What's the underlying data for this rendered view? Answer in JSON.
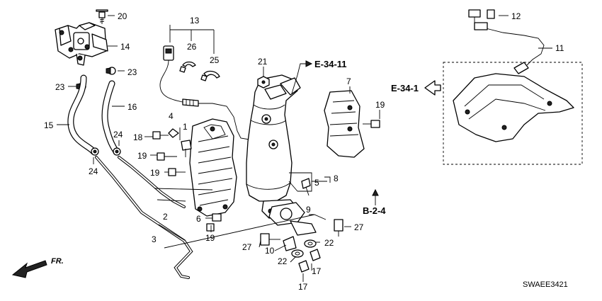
{
  "callouts": {
    "c1": "1",
    "c2": "2",
    "c3": "3",
    "c4": "4",
    "c5": "5",
    "c6": "6",
    "c7": "7",
    "c8": "8",
    "c9": "9",
    "c10": "10",
    "c11": "11",
    "c12": "12",
    "c13": "13",
    "c14": "14",
    "c15": "15",
    "c16": "16",
    "c17a": "17",
    "c17b": "17",
    "c18": "18",
    "c19a": "19",
    "c19b": "19",
    "c19c": "19",
    "c19d": "19",
    "c20": "20",
    "c21": "21",
    "c22a": "22",
    "c22b": "22",
    "c23a": "23",
    "c23b": "23",
    "c24a": "24",
    "c24b": "24",
    "c25": "25",
    "c26": "26",
    "c27a": "27",
    "c27b": "27"
  },
  "references": {
    "e34_11": "E-34-11",
    "e34_1": "E-34-1",
    "b2_4": "B-2-4"
  },
  "front_marker": "FR.",
  "diagram_code": "SWAEE3421"
}
